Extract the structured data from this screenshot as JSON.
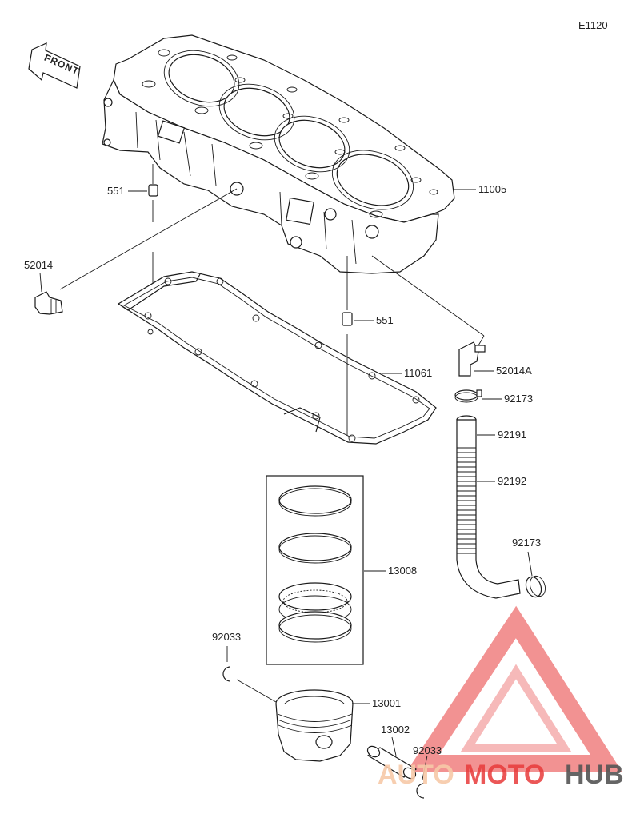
{
  "diagram_code": "E1120",
  "front_label": "FRONT",
  "parts": {
    "cylinder": "11005",
    "gasket": "11061",
    "dowel_upper": "551",
    "dowel_lower": "551",
    "fitting": "52014",
    "fitting_a": "52014A",
    "clamp_upper": "92173",
    "hose_short": "92191",
    "hose_long": "92192",
    "clamp_lower": "92173",
    "ring_set": "13008",
    "piston": "13001",
    "pin": "13002",
    "circlip_left": "92033",
    "circlip_right": "92033"
  },
  "watermark": {
    "part1": "AUTO",
    "part2": "MOTO",
    "part3": "HUB",
    "color_light": "#f7c9a8",
    "color_accent": "#e83a3a",
    "color_dark": "#555555"
  }
}
